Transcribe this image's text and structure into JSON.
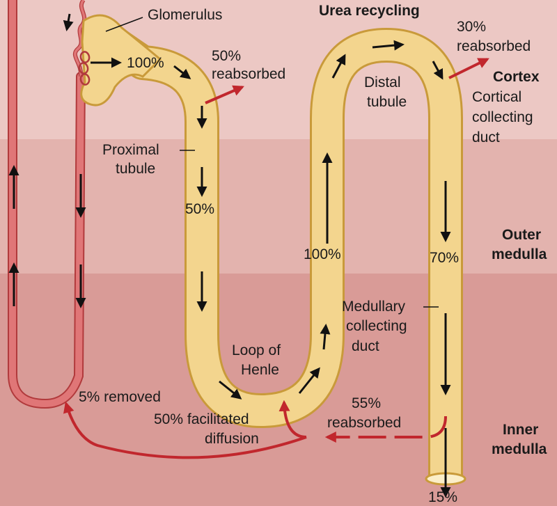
{
  "colors": {
    "cortex": "#ecc8c4",
    "outer_medulla": "#e3b3ae",
    "inner_medulla": "#d99b97",
    "tubule_fill": "#f3d58e",
    "tubule_edge": "#c99a3a",
    "vessel": "#e07677",
    "vessel_edge": "#b13a3c",
    "red_arrow": "#c1272d",
    "black_arrow": "#111111"
  },
  "title": "Urea recycling",
  "zones": {
    "cortex": "Cortex",
    "outer_medulla": [
      "Outer",
      "medulla"
    ],
    "inner_medulla": [
      "Inner",
      "medulla"
    ]
  },
  "structures": {
    "glomerulus": "Glomerulus",
    "proximal_tubule": [
      "Proximal",
      "tubule"
    ],
    "distal_tubule": [
      "Distal",
      "tubule"
    ],
    "loop_of_henle": [
      "Loop of",
      "Henle"
    ],
    "cortical_collecting_duct": [
      "Cortical",
      "collecting",
      "duct"
    ],
    "medullary_collecting_duct": [
      "Medullary",
      "collecting",
      "duct"
    ]
  },
  "values": {
    "filtered": "100%",
    "proximal_reabsorbed": [
      "50%",
      "reabsorbed"
    ],
    "after_proximal": "50%",
    "distal_start": "100%",
    "cortical_reabsorbed": [
      "30%",
      "reabsorbed"
    ],
    "outer_medulla_duct": "70%",
    "medullary_reabsorbed": [
      "55%",
      "reabsorbed"
    ],
    "excreted": "15%",
    "vasa_recta_removed": "5% removed",
    "facilitated_diffusion": [
      "50% facilitated",
      "diffusion"
    ]
  },
  "icons": [
    "flow-arrow-icon",
    "reabsorption-arrow-icon"
  ]
}
